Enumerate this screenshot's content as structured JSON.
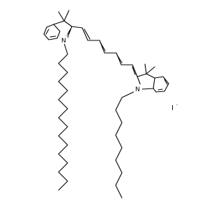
{
  "molecule": {
    "left_nitrogen": "N",
    "left_nitrogen_charge": "+",
    "right_nitrogen": "N",
    "counter_ion": "I",
    "counter_ion_charge": "-"
  }
}
